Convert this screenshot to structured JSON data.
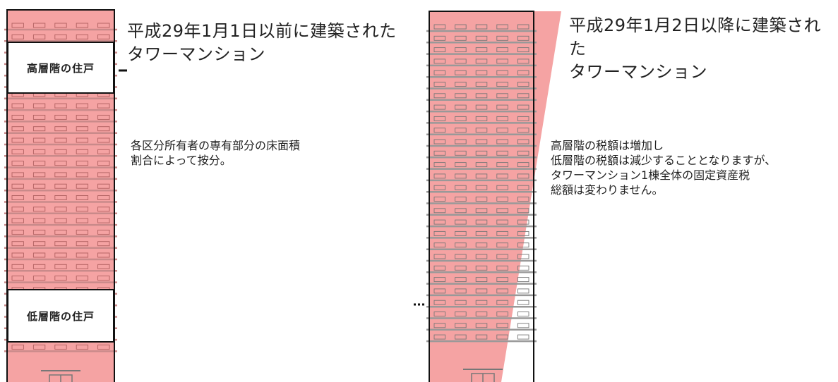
{
  "left": {
    "title": "平成29年1月1日以前に建築された\nタワーマンション",
    "high_unit_label": "高層階の住戸",
    "low_unit_label": "低層階の住戸",
    "description": "各区分所有者の専有部分の床面積\n割合によって按分。"
  },
  "right": {
    "title": "平成29年1月2日以降に建築された\nタワーマンション",
    "description": "高層階の税額は増加し\n低層階の税額は減少することとなりますが、\nタワーマンション1棟全体の固定資産税\n総額は変わりません。"
  },
  "colors": {
    "highlight": "#f5a3a3",
    "outline": "#111111",
    "floor_line": "#999999"
  }
}
